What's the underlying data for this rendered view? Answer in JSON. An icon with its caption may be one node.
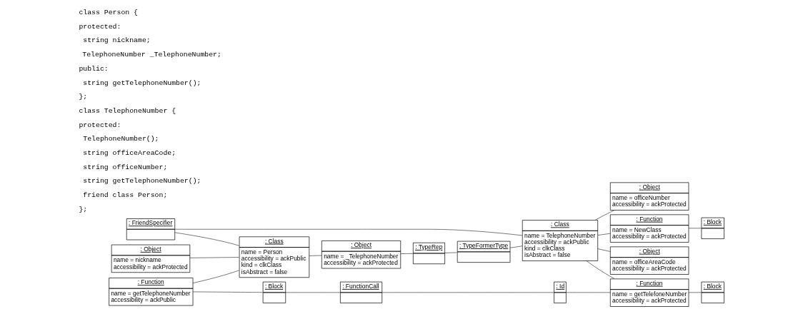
{
  "diagram": {
    "nodes": [
      {
        "text": [
          ": FriendSpecifier"
        ]
      },
      {
        "text": [
          ": Function",
          "name = NewClass",
          "accessibility = ackProtected"
        ]
      },
      {
        "text": [
          ": Object",
          "name = nickname",
          "accessibility = ackProtected"
        ]
      },
      {
        "text": [
          ": Class",
          "name = Person",
          "accessibility = ackPublic",
          "kind = clkClass",
          "isAbstract = false"
        ]
      },
      {
        "text": [
          ": Class",
          "name = TelephoneNumber",
          "accessibility = ackPublic",
          "kind = clkClass",
          "isAbstract = false"
        ]
      },
      {
        "text": [
          ": Block"
        ]
      },
      {
        "text": [
          ": Function",
          "name = getTelephoneNumber",
          "accessibility = ackPublic"
        ]
      },
      {
        "text": [
          ": Object",
          "name = officeAreaCode",
          "accessibility = ackProtected"
        ]
      },
      {
        "text": [
          ": Object",
          "name = _TelephoneNumber",
          "accessibility = ackProtected"
        ]
      },
      {
        "text": [
          ": Function",
          "name = getTelefoneNumber",
          "accessibility = ackProtected"
        ]
      },
      {
        "text": [
          ": Object",
          "name = officeNumber",
          "accessibility = ackProtected"
        ]
      },
      {
        "text": [
          ": Block"
        ]
      },
      {
        "text": [
          ": TypeRep"
        ]
      },
      {
        "text": [
          ": Block"
        ]
      },
      {
        "text": [
          ": FunctionCall"
        ]
      },
      {
        "text": [
          ": TypeFormerType"
        ]
      },
      {
        "text": [
          ": Id"
        ]
      }
    ],
    "edges": [
      {
        "from": 0,
        "to": 3,
        "arrow": "none"
      },
      {
        "from": 0,
        "to": 4,
        "arrow": "none"
      },
      {
        "from": 2,
        "to": 3,
        "arrow": "none"
      },
      {
        "from": 6,
        "to": 3,
        "arrow": "none"
      },
      {
        "from": 3,
        "to": 8,
        "arrow": "none"
      },
      {
        "from": 6,
        "to": 11,
        "arrow": "none"
      },
      {
        "from": 11,
        "to": 14,
        "arrow": "none"
      },
      {
        "from": 14,
        "to": 16,
        "arrow": "none"
      },
      {
        "from": 8,
        "to": 12,
        "arrow": "none"
      },
      {
        "from": 12,
        "to": 15,
        "arrow": "none"
      },
      {
        "from": 15,
        "to": 4,
        "arrow": "none"
      },
      {
        "from": 16,
        "to": 9,
        "arrow": "none"
      },
      {
        "from": 4,
        "to": 1,
        "arrow": "none"
      },
      {
        "from": 4,
        "to": 7,
        "arrow": "none"
      },
      {
        "from": 4,
        "to": 10,
        "arrow": "none"
      },
      {
        "from": 4,
        "to": 9,
        "arrow": "none"
      },
      {
        "from": 1,
        "to": 5,
        "arrow": "none"
      },
      {
        "from": 9,
        "to": 13,
        "arrow": "none"
      }
    ],
    "labels": [
      "class Person {",
      "protected:",
      "  string nickname;",
      "  TelephoneNumber _TelephoneNumber;",
      "public:",
      "  string getTelephoneNumber();",
      "};",
      "class TelephoneNumber {",
      "protected:",
      "  TelephoneNumber();",
      "  string officeAreaCode;",
      "  string officeNumber;",
      "  string getTelephoneNumber();",
      "  friend class Person;",
      "};"
    ]
  }
}
